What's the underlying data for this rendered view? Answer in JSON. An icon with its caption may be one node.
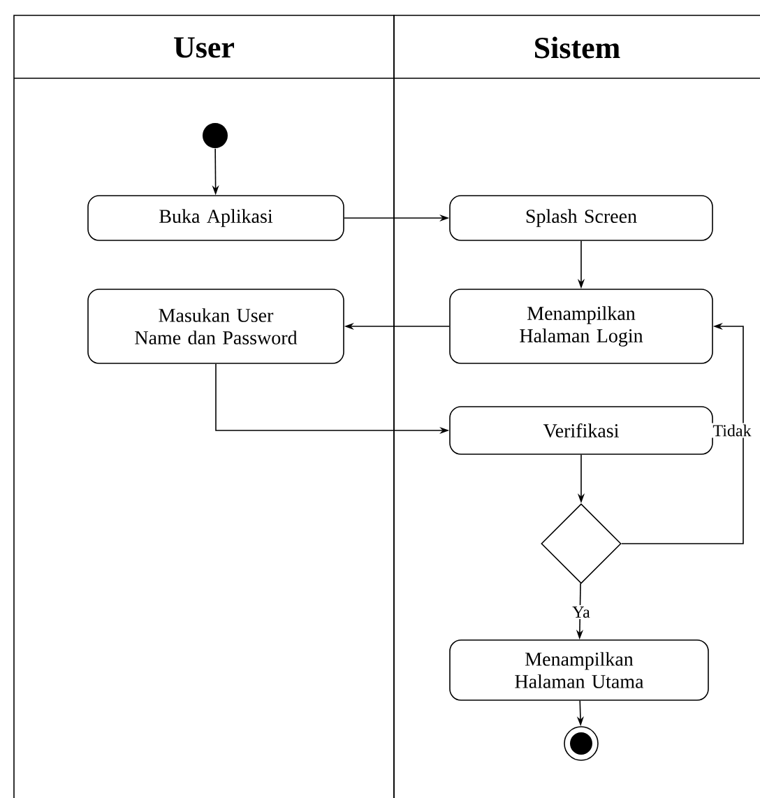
{
  "diagram": {
    "nodes": [
      {
        "text": [
          "User"
        ]
      },
      {
        "text": [
          "Sistem"
        ]
      },
      {
        "text": [],
        "shape": "circle",
        "in": 0
      },
      {
        "text": [
          "Buka Aplikasi"
        ],
        "in": 0
      },
      {
        "text": [
          "Splash Screen"
        ],
        "in": 1
      },
      {
        "text": [
          "Menampilkan Halaman Login"
        ],
        "in": 1
      },
      {
        "text": [
          "Masukan User Name dan Password"
        ],
        "in": 0
      },
      {
        "text": [
          "Verifikasi"
        ],
        "in": 1
      },
      {
        "text": [],
        "shape": "diamond",
        "in": 1
      },
      {
        "text": [
          "Menampilkan Halaman Utama"
        ],
        "in": 1
      },
      {
        "text": [],
        "shape": "bullseye",
        "in": 1
      }
    ],
    "edges": [
      {
        "from": 2,
        "to": 3,
        "arrow": "to"
      },
      {
        "from": 3,
        "to": 4,
        "arrow": "to"
      },
      {
        "from": 4,
        "to": 5,
        "arrow": "to"
      },
      {
        "from": 5,
        "to": 6,
        "arrow": "to"
      },
      {
        "from": 6,
        "to": 7,
        "arrow": "to"
      },
      {
        "from": 7,
        "to": 8,
        "arrow": "to"
      },
      {
        "from": 8,
        "to": 5,
        "arrow": "to",
        "label": "Tidak"
      },
      {
        "from": 8,
        "to": 9,
        "arrow": "to",
        "label": "Ya"
      },
      {
        "from": 9,
        "to": 10,
        "arrow": "to"
      }
    ]
  }
}
